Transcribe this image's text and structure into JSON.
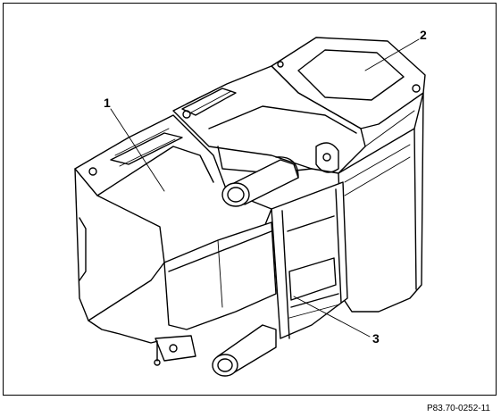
{
  "callouts": [
    {
      "label": "1"
    },
    {
      "label": "2"
    },
    {
      "label": "3"
    }
  ],
  "reference_code": "P83.70-0252-11",
  "colors": {
    "line": "#000000",
    "background": "#ffffff"
  }
}
